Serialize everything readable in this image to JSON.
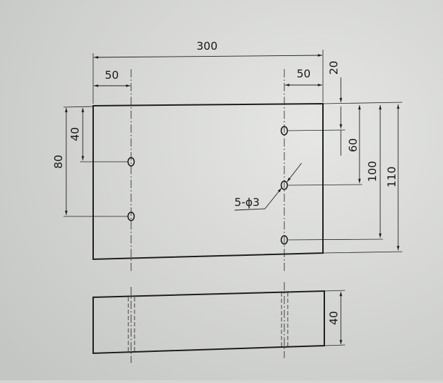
{
  "drawing": {
    "ink_color": "#1b1b1b",
    "paper_color": "#d4d6d3",
    "dimensions": {
      "overall_width": "300",
      "left_offset": "50",
      "right_offset": "50",
      "top_right": "20",
      "right_60": "60",
      "right_100": "100",
      "right_110": "110",
      "left_40": "40",
      "left_80": "80",
      "thickness": "40"
    },
    "hole_callout": "5-ϕ3"
  }
}
